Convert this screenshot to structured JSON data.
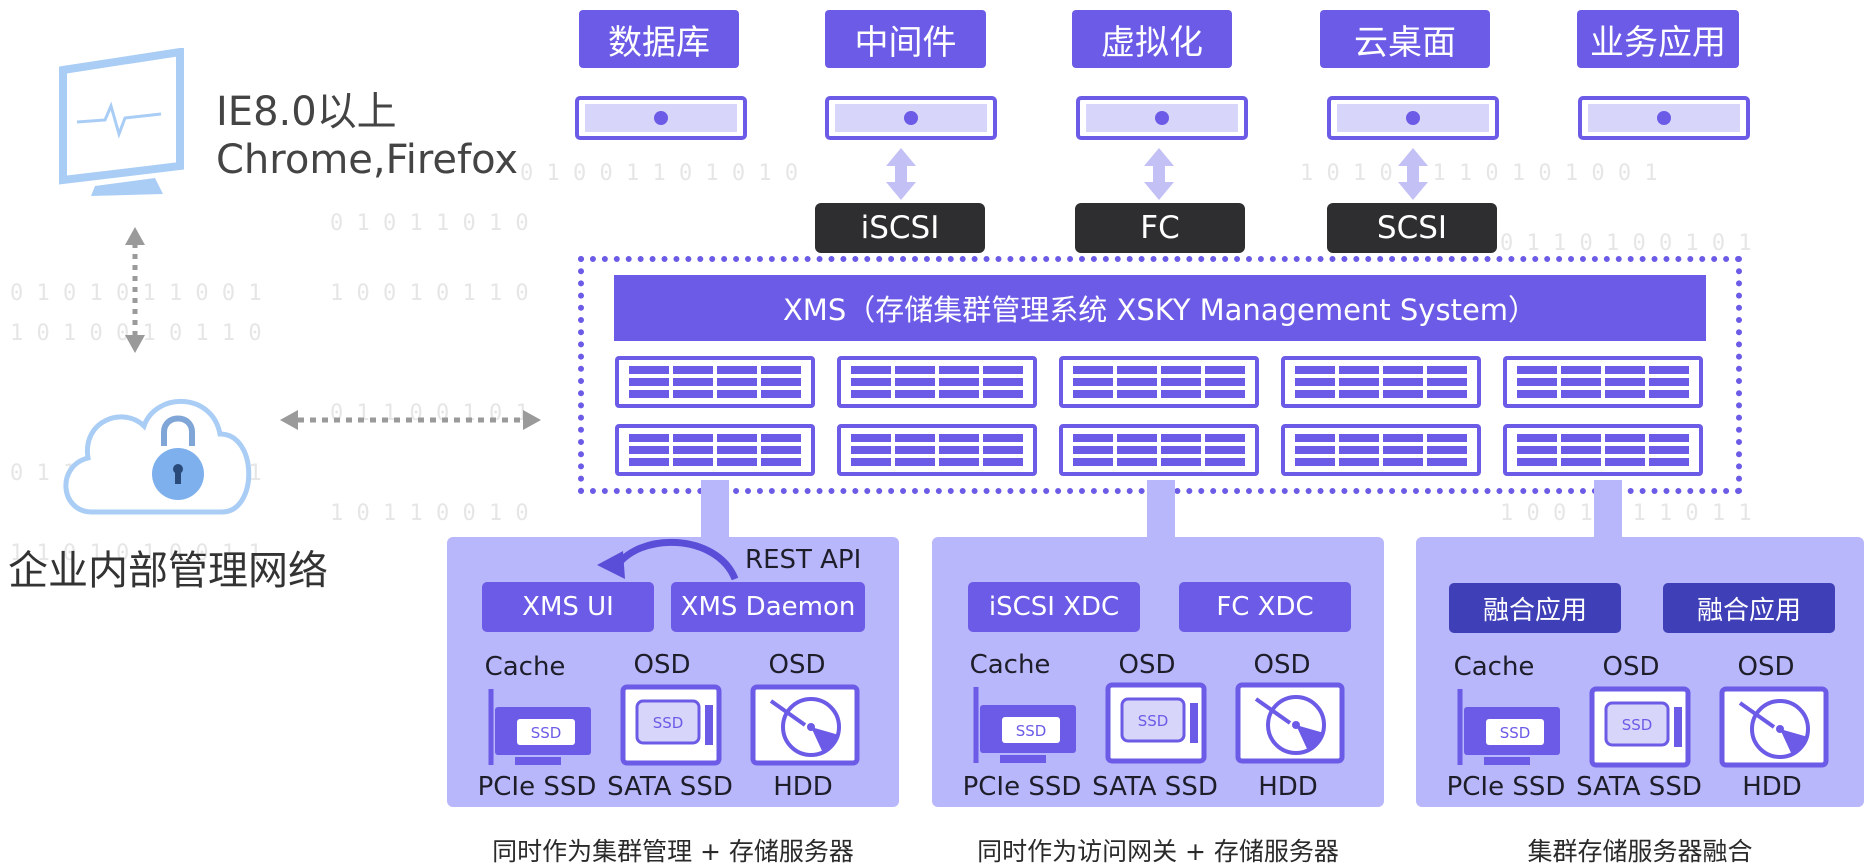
{
  "client": {
    "browser_line1": "IE8.0以上",
    "browser_line2": "Chrome,Firefox",
    "network_label": "企业内部管理网络"
  },
  "services": [
    "数据库",
    "中间件",
    "虚拟化",
    "云桌面",
    "业务应用"
  ],
  "protocols": [
    "iSCSI",
    "FC",
    "SCSI"
  ],
  "xms_banner": "XMS（存储集群管理系统 XSKY Management System）",
  "panels": [
    {
      "buttons": [
        "XMS UI",
        "XMS Daemon"
      ],
      "api_label": "REST API",
      "caption": "同时作为集群管理 + 存储服务器"
    },
    {
      "buttons": [
        "iSCSI XDC",
        "FC XDC"
      ],
      "caption": "同时作为访问网关 + 存储服务器"
    },
    {
      "buttons": [
        "融合应用",
        "融合应用"
      ],
      "caption": "集群存储服务器融合"
    }
  ],
  "storage": {
    "top_labels": [
      "Cache",
      "OSD",
      "OSD"
    ],
    "bottom_labels": [
      "PCIe SSD",
      "SATA SSD",
      "HDD"
    ],
    "chip_text": "SSD"
  },
  "colors": {
    "accent": "#6b5be6",
    "dark_button": "#3f3fb8",
    "panel": "#b9b7fb",
    "protocol": "#2e2e30",
    "light_icon": "#a9cdf5"
  }
}
